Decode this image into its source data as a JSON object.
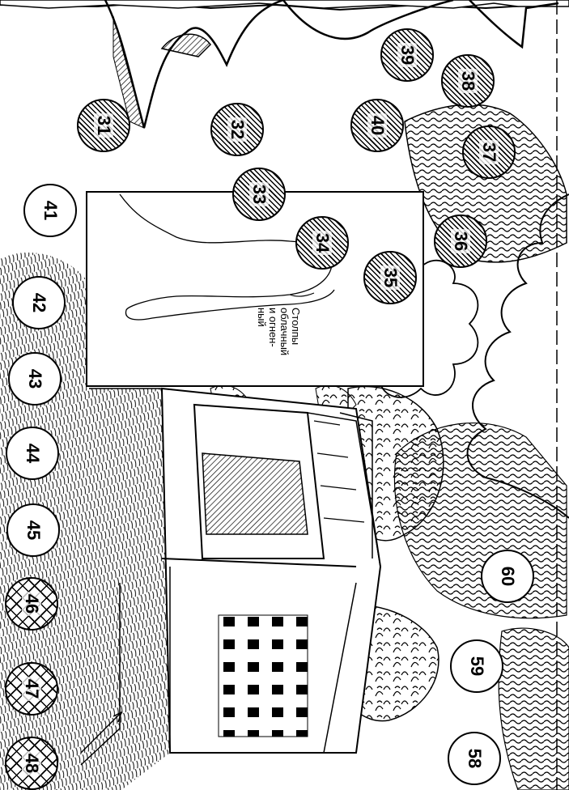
{
  "panel_label": {
    "line1": "Столпы",
    "line2": "облачный",
    "line3": "и огнен-",
    "line4": "ный"
  },
  "markers": {
    "m31": "31",
    "m32": "32",
    "m33": "33",
    "m34": "34",
    "m35": "35",
    "m36": "36",
    "m37": "37",
    "m38": "38",
    "m39": "39",
    "m40": "40",
    "m41": "41",
    "m42": "42",
    "m43": "43",
    "m44": "44",
    "m45": "45",
    "m46": "46",
    "m47": "47",
    "m48": "48",
    "m58": "58",
    "m59": "59",
    "m60": "60"
  }
}
